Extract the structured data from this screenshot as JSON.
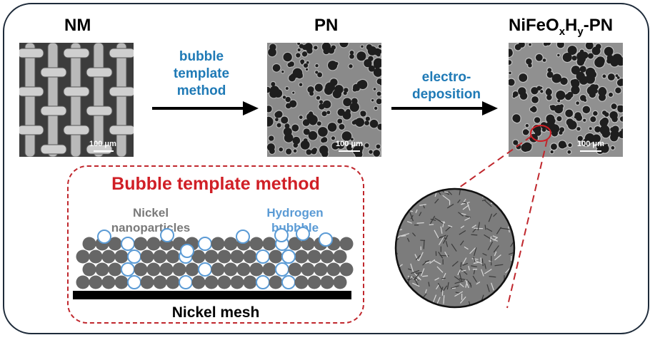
{
  "titles": {
    "nm": "NM",
    "pn": "PN",
    "final_base": "NiFeO",
    "final_sub1": "x",
    "final_mid": "H",
    "final_sub2": "y",
    "final_tail": "-PN"
  },
  "scale_bars": [
    "100 μm",
    "100 μm",
    "100 μm"
  ],
  "steps": {
    "first": [
      "bubble",
      "template",
      "method"
    ],
    "second": [
      "electro-",
      "deposition"
    ]
  },
  "inset": {
    "title": "Bubble template method",
    "particles_label": [
      "Nickel",
      "nanoparticles"
    ],
    "bubble_label": [
      "Hydrogen",
      "bubbble"
    ],
    "substrate_label": "Nickel mesh"
  },
  "colors": {
    "arrow": "#000000",
    "step_text": "#1f7ab6",
    "inset_border": "#c0272d",
    "particle": "#666666",
    "bubble": "#5b9bd5",
    "particles_label": "#7a7a7a",
    "bubble_label": "#5b9bd5"
  }
}
